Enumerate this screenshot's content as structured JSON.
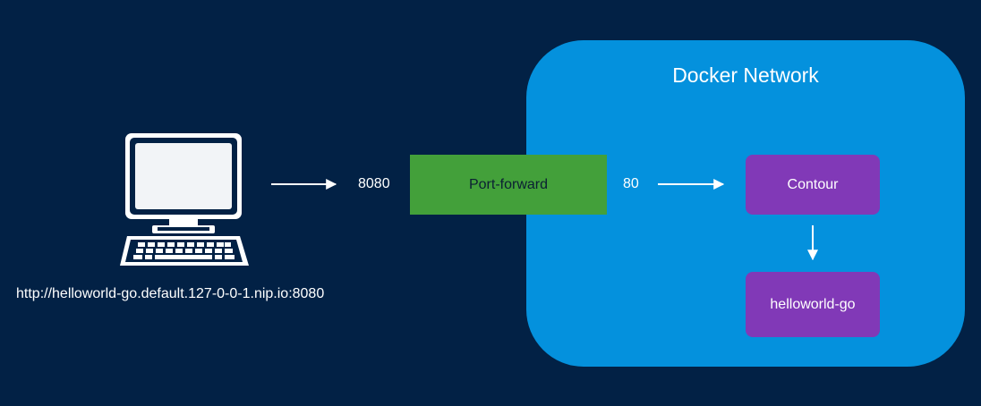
{
  "diagram": {
    "network": {
      "title": "Docker Network"
    },
    "nodes": {
      "port_forward": "Port-forward",
      "contour": "Contour",
      "helloworld": "helloworld-go"
    },
    "ports": {
      "host_port": "8080",
      "target_port": "80"
    },
    "client": {
      "icon": "desktop-computer-icon",
      "url": "http://helloworld-go.default.127-0-0-1.nip.io:8080"
    },
    "colors": {
      "background": "#022145",
      "network": "#0491dd",
      "port_forward": "#43a03a",
      "service": "#8139b7"
    }
  }
}
